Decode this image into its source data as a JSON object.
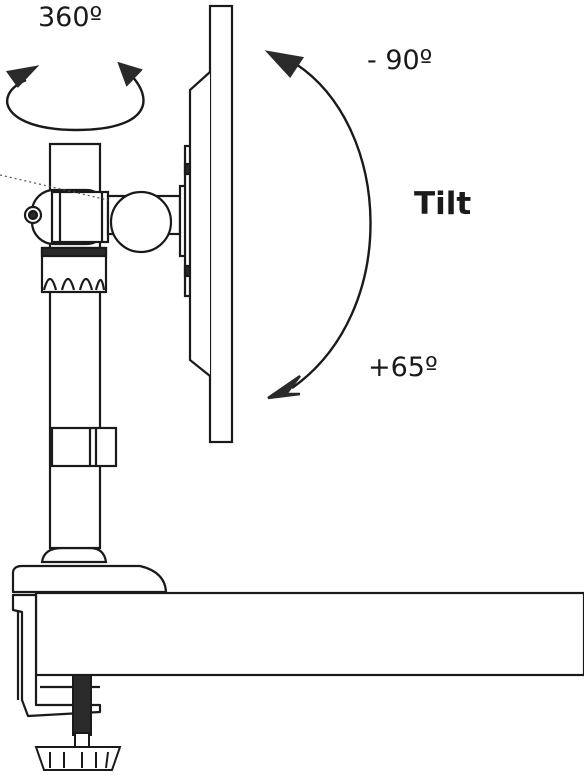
{
  "labels": {
    "rotation": "360º",
    "tilt_up": "- 90º",
    "tilt_title": "Tilt",
    "tilt_down": "+65º"
  },
  "colors": {
    "line": "#1a1a1a",
    "fill": "#ffffff",
    "dotted": "#555555"
  }
}
